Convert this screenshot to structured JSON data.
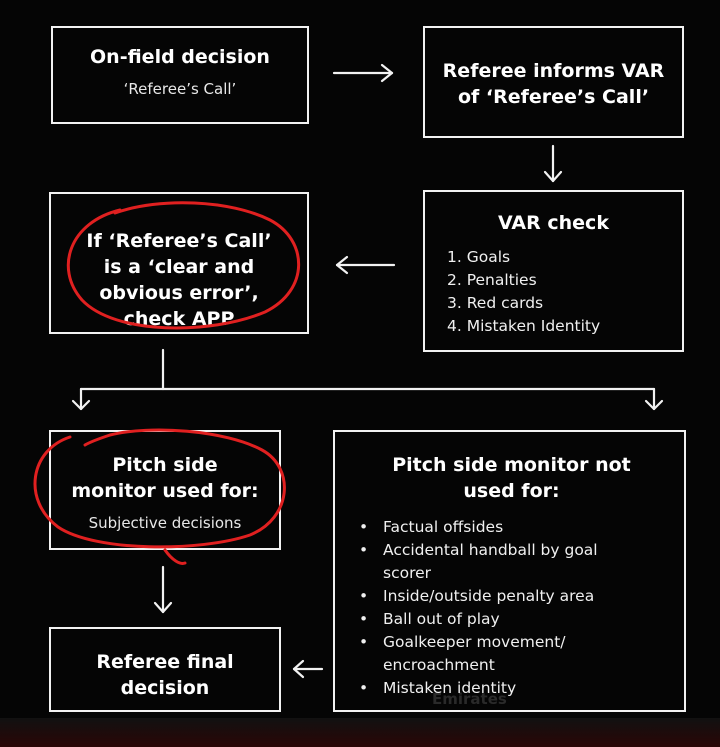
{
  "boxes": {
    "on_field": {
      "title": "On-field decision",
      "subtitle": "‘Referee’s Call’"
    },
    "informs": {
      "title": "Referee informs VAR of ‘Referee’s Call’"
    },
    "var_check": {
      "title": "VAR check",
      "items": [
        "1. Goals",
        "2. Penalties",
        "3. Red cards",
        "4. Mistaken Identity"
      ]
    },
    "if_error": {
      "title": "If ‘Referee’s Call’ is a ‘clear and obvious error’, check APP"
    },
    "monitor_used": {
      "title": "Pitch side monitor used for:",
      "subtitle": "Subjective decisions"
    },
    "monitor_not_used": {
      "title": "Pitch side monitor not used for:",
      "items": [
        "Factual offsides",
        "Accidental handball by goal scorer",
        "Inside/outside penalty area",
        "Ball out of play",
        "Goalkeeper movement/ encroachment",
        "Mistaken identity"
      ]
    },
    "final": {
      "title": "Referee final decision"
    }
  },
  "background_text": {
    "sponsor": "Emirates"
  },
  "colors": {
    "background": "#050505",
    "box_border": "#f2f2f2",
    "annotation": "#e02020"
  }
}
